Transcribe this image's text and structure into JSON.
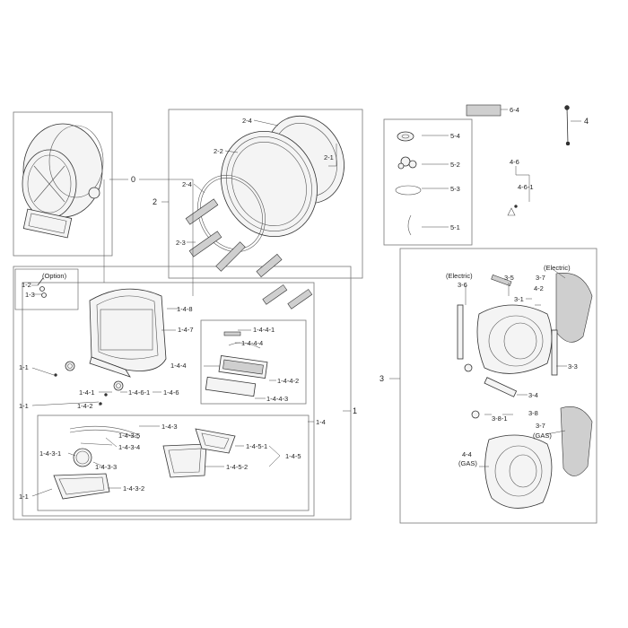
{
  "labels": {
    "l_0": "0",
    "l_1": "1",
    "l_2": "2",
    "l_3": "3",
    "l_4": "4",
    "l_1_1a": "1-1",
    "l_1_1b": "1-1",
    "l_1_1c": "1-1",
    "l_1_2": "1-2",
    "l_1_3": "1-3",
    "l_option": "(Option)",
    "l_1_4": "1-4",
    "l_1_4_1": "1-4-1",
    "l_1_4_2": "1-4-2",
    "l_1_4_3": "1-4-3",
    "l_1_4_3_1": "1-4-3-1",
    "l_1_4_3_2": "1-4-3-2",
    "l_1_4_3_3": "1-4-3-3",
    "l_1_4_3_4": "1-4-3-4",
    "l_1_4_3_5": "1-4-3-5",
    "l_1_4_4": "1-4-4",
    "l_1_4_4_1": "1-4-4-1",
    "l_1_4_4_2": "1-4-4-2",
    "l_1_4_4_3": "1-4-4-3",
    "l_1_4_4_4": "1-4-4-4",
    "l_1_4_5": "1-4-5",
    "l_1_4_5_1": "1-4-5-1",
    "l_1_4_5_2": "1-4-5-2",
    "l_1_4_6": "1-4-6",
    "l_1_4_6_1": "1-4-6-1",
    "l_1_4_7": "1-4-7",
    "l_1_4_8": "1-4-8",
    "l_2_1": "2-1",
    "l_2_2": "2-2",
    "l_2_3": "2-3",
    "l_2_4a": "2-4",
    "l_2_4b": "2-4",
    "l_3_1": "3-1",
    "l_3_3": "3-3",
    "l_3_4": "3-4",
    "l_3_5": "3-5",
    "l_3_6": "3-6",
    "l_3_7a": "3-7",
    "l_3_7b": "3-7",
    "l_3_8": "3-8",
    "l_3_8_1": "3-8-1",
    "l_4_2": "4-2",
    "l_4_4": "4-4",
    "l_4_6": "4-6",
    "l_4_6_1": "4-6-1",
    "l_5_1": "5-1",
    "l_5_2": "5-2",
    "l_5_3": "5-3",
    "l_5_4": "5-4",
    "l_6_4": "6-4",
    "l_electric_a": "(Electric)",
    "l_electric_b": "(Electric)",
    "l_gas_a": "(GAS)",
    "l_gas_b": "(GAS)"
  }
}
